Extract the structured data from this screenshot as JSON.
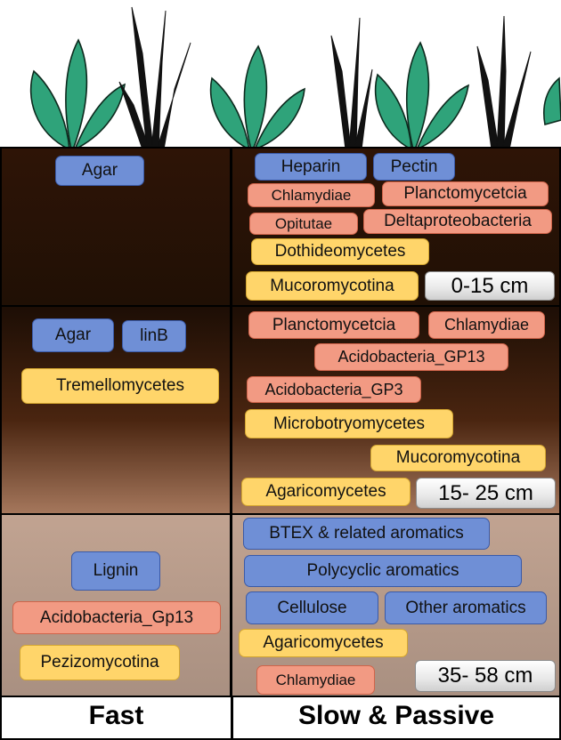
{
  "footer": {
    "fast": "Fast",
    "slow": "Slow & Passive"
  },
  "layers": [
    {
      "depth": "0-15 cm",
      "fast": [
        {
          "text": "Agar",
          "color": "blue"
        }
      ],
      "slow": [
        {
          "text": "Heparin",
          "color": "blue"
        },
        {
          "text": "Pectin",
          "color": "blue"
        },
        {
          "text": "Chlamydiae",
          "color": "red"
        },
        {
          "text": "Planctomycetcia",
          "color": "red"
        },
        {
          "text": "Opitutae",
          "color": "red"
        },
        {
          "text": "Deltaproteobacteria",
          "color": "red"
        },
        {
          "text": "Dothideomycetes",
          "color": "yellow"
        },
        {
          "text": "Mucoromycotina",
          "color": "yellow"
        }
      ]
    },
    {
      "depth": "15- 25 cm",
      "fast": [
        {
          "text": "Agar",
          "color": "blue"
        },
        {
          "text": "linB",
          "color": "blue"
        },
        {
          "text": "Tremellomycetes",
          "color": "yellow"
        }
      ],
      "slow": [
        {
          "text": "Planctomycetcia",
          "color": "red"
        },
        {
          "text": "Chlamydiae",
          "color": "red"
        },
        {
          "text": "Acidobacteria_GP13",
          "color": "red"
        },
        {
          "text": "Acidobacteria_GP3",
          "color": "red"
        },
        {
          "text": "Microbotryomycetes",
          "color": "yellow"
        },
        {
          "text": "Mucoromycotina",
          "color": "yellow"
        },
        {
          "text": "Agaricomycetes",
          "color": "yellow"
        }
      ]
    },
    {
      "depth": "35- 58 cm",
      "fast": [
        {
          "text": "Lignin",
          "color": "blue"
        },
        {
          "text": "Acidobacteria_Gp13",
          "color": "red"
        },
        {
          "text": "Pezizomycotina",
          "color": "yellow"
        }
      ],
      "slow": [
        {
          "text": "BTEX & related aromatics",
          "color": "blue"
        },
        {
          "text": "Polycyclic aromatics",
          "color": "blue"
        },
        {
          "text": "Cellulose",
          "color": "blue"
        },
        {
          "text": "Other aromatics",
          "color": "blue"
        },
        {
          "text": "Agaricomycetes",
          "color": "yellow"
        },
        {
          "text": "Chlamydiae",
          "color": "red"
        }
      ]
    }
  ],
  "colors": {
    "blue": "#6f8fd6",
    "red": "#f29a83",
    "yellow": "#ffd56a",
    "plant": "#2fa37a",
    "grass": "#111111"
  }
}
